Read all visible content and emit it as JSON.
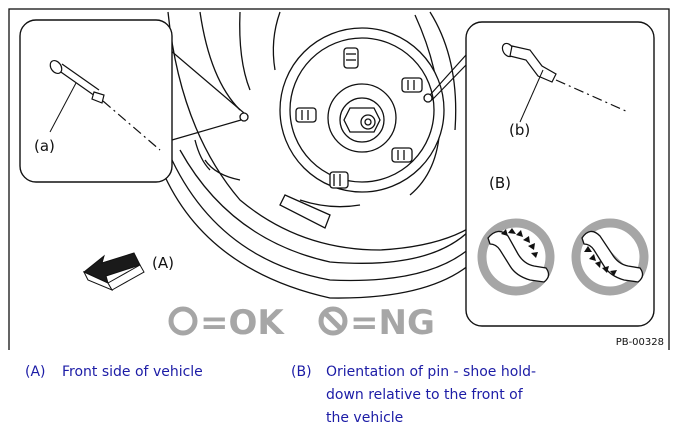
{
  "figure": {
    "label_a_pin": "(a)",
    "label_b_pin": "(b)",
    "label_B_box": "(B)",
    "label_A_arrow": "(A)",
    "ok_text": "=OK",
    "ng_text": "=NG",
    "figure_id": "PB-00328"
  },
  "captions": [
    {
      "key": "(A)",
      "text": "Front side of vehicle"
    },
    {
      "key": "(B)",
      "lines": [
        "Orientation of pin - shoe hold-",
        "down relative to the front of",
        "the vehicle"
      ]
    }
  ],
  "colors": {
    "caption_blue": "#1c1ca6",
    "ok_ng_gray": "#a6a6a6",
    "line_black": "#111111"
  },
  "icons": [
    "ok-circle-icon",
    "ng-prohibited-icon",
    "front-arrow-icon"
  ]
}
